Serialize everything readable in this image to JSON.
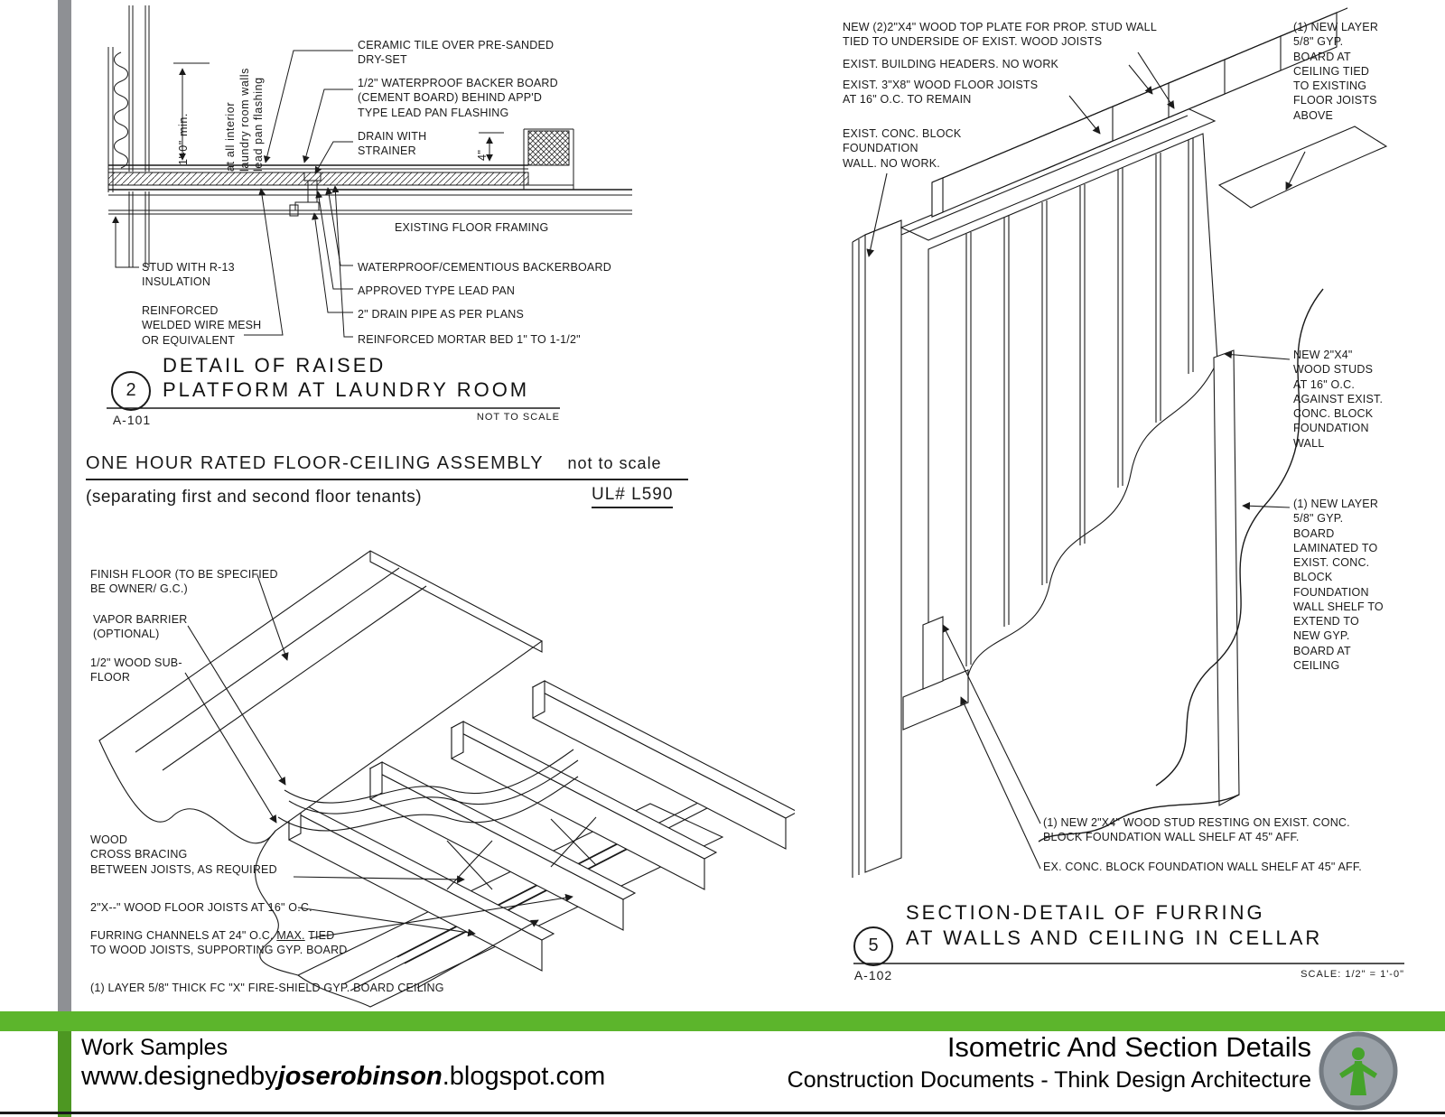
{
  "detail_laundry": {
    "labels": {
      "ceramic_tile": "CERAMIC TILE OVER PRE-SANDED\nDRY-SET",
      "backer_board": "1/2\" WATERPROOF BACKER BOARD\n(CEMENT BOARD) BEHIND APP'D\nTYPE LEAD PAN FLASHING",
      "drain_strainer": "DRAIN WITH\nSTRAINER",
      "existing_framing": "EXISTING FLOOR FRAMING",
      "stud_r13": "STUD WITH R-13\nINSULATION",
      "wire_mesh": "REINFORCED\nWELDED WIRE MESH\nOR EQUIVALENT",
      "cementious": "WATERPROOF/CEMENTIOUS BACKERBOARD",
      "lead_pan": "APPROVED TYPE LEAD PAN",
      "drain_pipe": "2\" DRAIN PIPE AS PER PLANS",
      "mortar_bed": "REINFORCED MORTAR BED 1\" TO 1-1/2\""
    },
    "dim_height": "1'-0\" min.",
    "wall_note": "at all interior\nlaundry room walls\nlead pan flashing",
    "dim_curb": "4\"",
    "title_line1": "DETAIL OF RAISED",
    "title_line2": "PLATFORM AT LAUNDRY ROOM",
    "bubble_number": "2",
    "bubble_sheet": "A-101",
    "scale_note": "NOT TO SCALE"
  },
  "assembly": {
    "heading": "ONE HOUR RATED FLOOR-CEILING ASSEMBLY",
    "heading_scale": "not to scale",
    "subheading": "(separating first and second floor tenants)",
    "ul_ref": "UL# L590",
    "labels": {
      "finish_floor": "FINISH FLOOR (TO BE SPECIFIED\nBE OWNER/ G.C.)",
      "vapor_barrier": "VAPOR BARRIER\n(OPTIONAL)",
      "subfloor": "1/2\" WOOD SUB-\nFLOOR",
      "cross_bracing": "WOOD\nCROSS BRACING\nBETWEEN JOISTS, AS REQUIRED",
      "joists": "2\"X--\" WOOD FLOOR JOISTS AT 16\" O.C.",
      "furring_pre": "FURRING CHANNELS AT 24\" O.C. ",
      "furring_max": "MAX.",
      "furring_post": " TIED\nTO WOOD JOISTS, SUPPORTING GYP. BOARD",
      "gyp_ceiling": "(1) LAYER 5/8\" THICK FC \"X\" FIRE-SHIELD GYP. BOARD CEILING"
    }
  },
  "furring_detail": {
    "labels": {
      "top_plate": "NEW (2)2\"X4\" WOOD TOP PLATE FOR PROP. STUD WALL\nTIED TO UNDERSIDE OF EXIST. WOOD JOISTS",
      "headers": "EXIST. BUILDING HEADERS. NO WORK",
      "exist_joists": "EXIST. 3\"X8\" WOOD FLOOR JOISTS\nAT 16\" O.C. TO REMAIN",
      "conc_wall": "EXIST. CONC. BLOCK\nFOUNDATION\nWALL. NO WORK.",
      "gyp_ceiling": "(1) NEW LAYER\n5/8\" GYP.\nBOARD AT\nCEILING TIED\nTO EXISTING\nFLOOR JOISTS\nABOVE",
      "new_studs": "NEW 2\"X4\"\nWOOD STUDS\nAT 16\" O.C.\nAGAINST EXIST.\nCONC. BLOCK\nFOUNDATION\nWALL",
      "gyp_laminated": "(1) NEW LAYER\n5/8\" GYP.\nBOARD\nLAMINATED TO\nEXIST. CONC.\nBLOCK\nFOUNDATION\nWALL SHELF TO\nEXTEND TO\nNEW GYP.\nBOARD AT\nCEILING",
      "stud_resting": "(1) NEW 2\"X4\" WOOD STUD RESTING ON EXIST. CONC.\nBLOCK FOUNDATION WALL SHELF AT 45\" AFF.",
      "shelf": "EX. CONC. BLOCK FOUNDATION WALL SHELF AT 45\" AFF."
    },
    "title_line1": "SECTION-DETAIL OF FURRING",
    "title_line2": "AT WALLS AND CEILING IN CELLAR",
    "bubble_number": "5",
    "bubble_sheet": "A-102",
    "scale_note": "SCALE: 1/2\" = 1'-0\""
  },
  "footer": {
    "work_samples": "Work Samples",
    "url_prefix": "www.designedby",
    "url_bold": "joserobinson",
    "url_suffix": ".blogspot.com",
    "title": "Isometric And Section Details",
    "subtitle": "Construction Documents - Think Design Architecture"
  },
  "colors": {
    "accent_green": "#5cb52c",
    "accent_green_dark": "#4d9722",
    "bar_gray": "#8e9094",
    "line_black": "#1a1a1a"
  }
}
